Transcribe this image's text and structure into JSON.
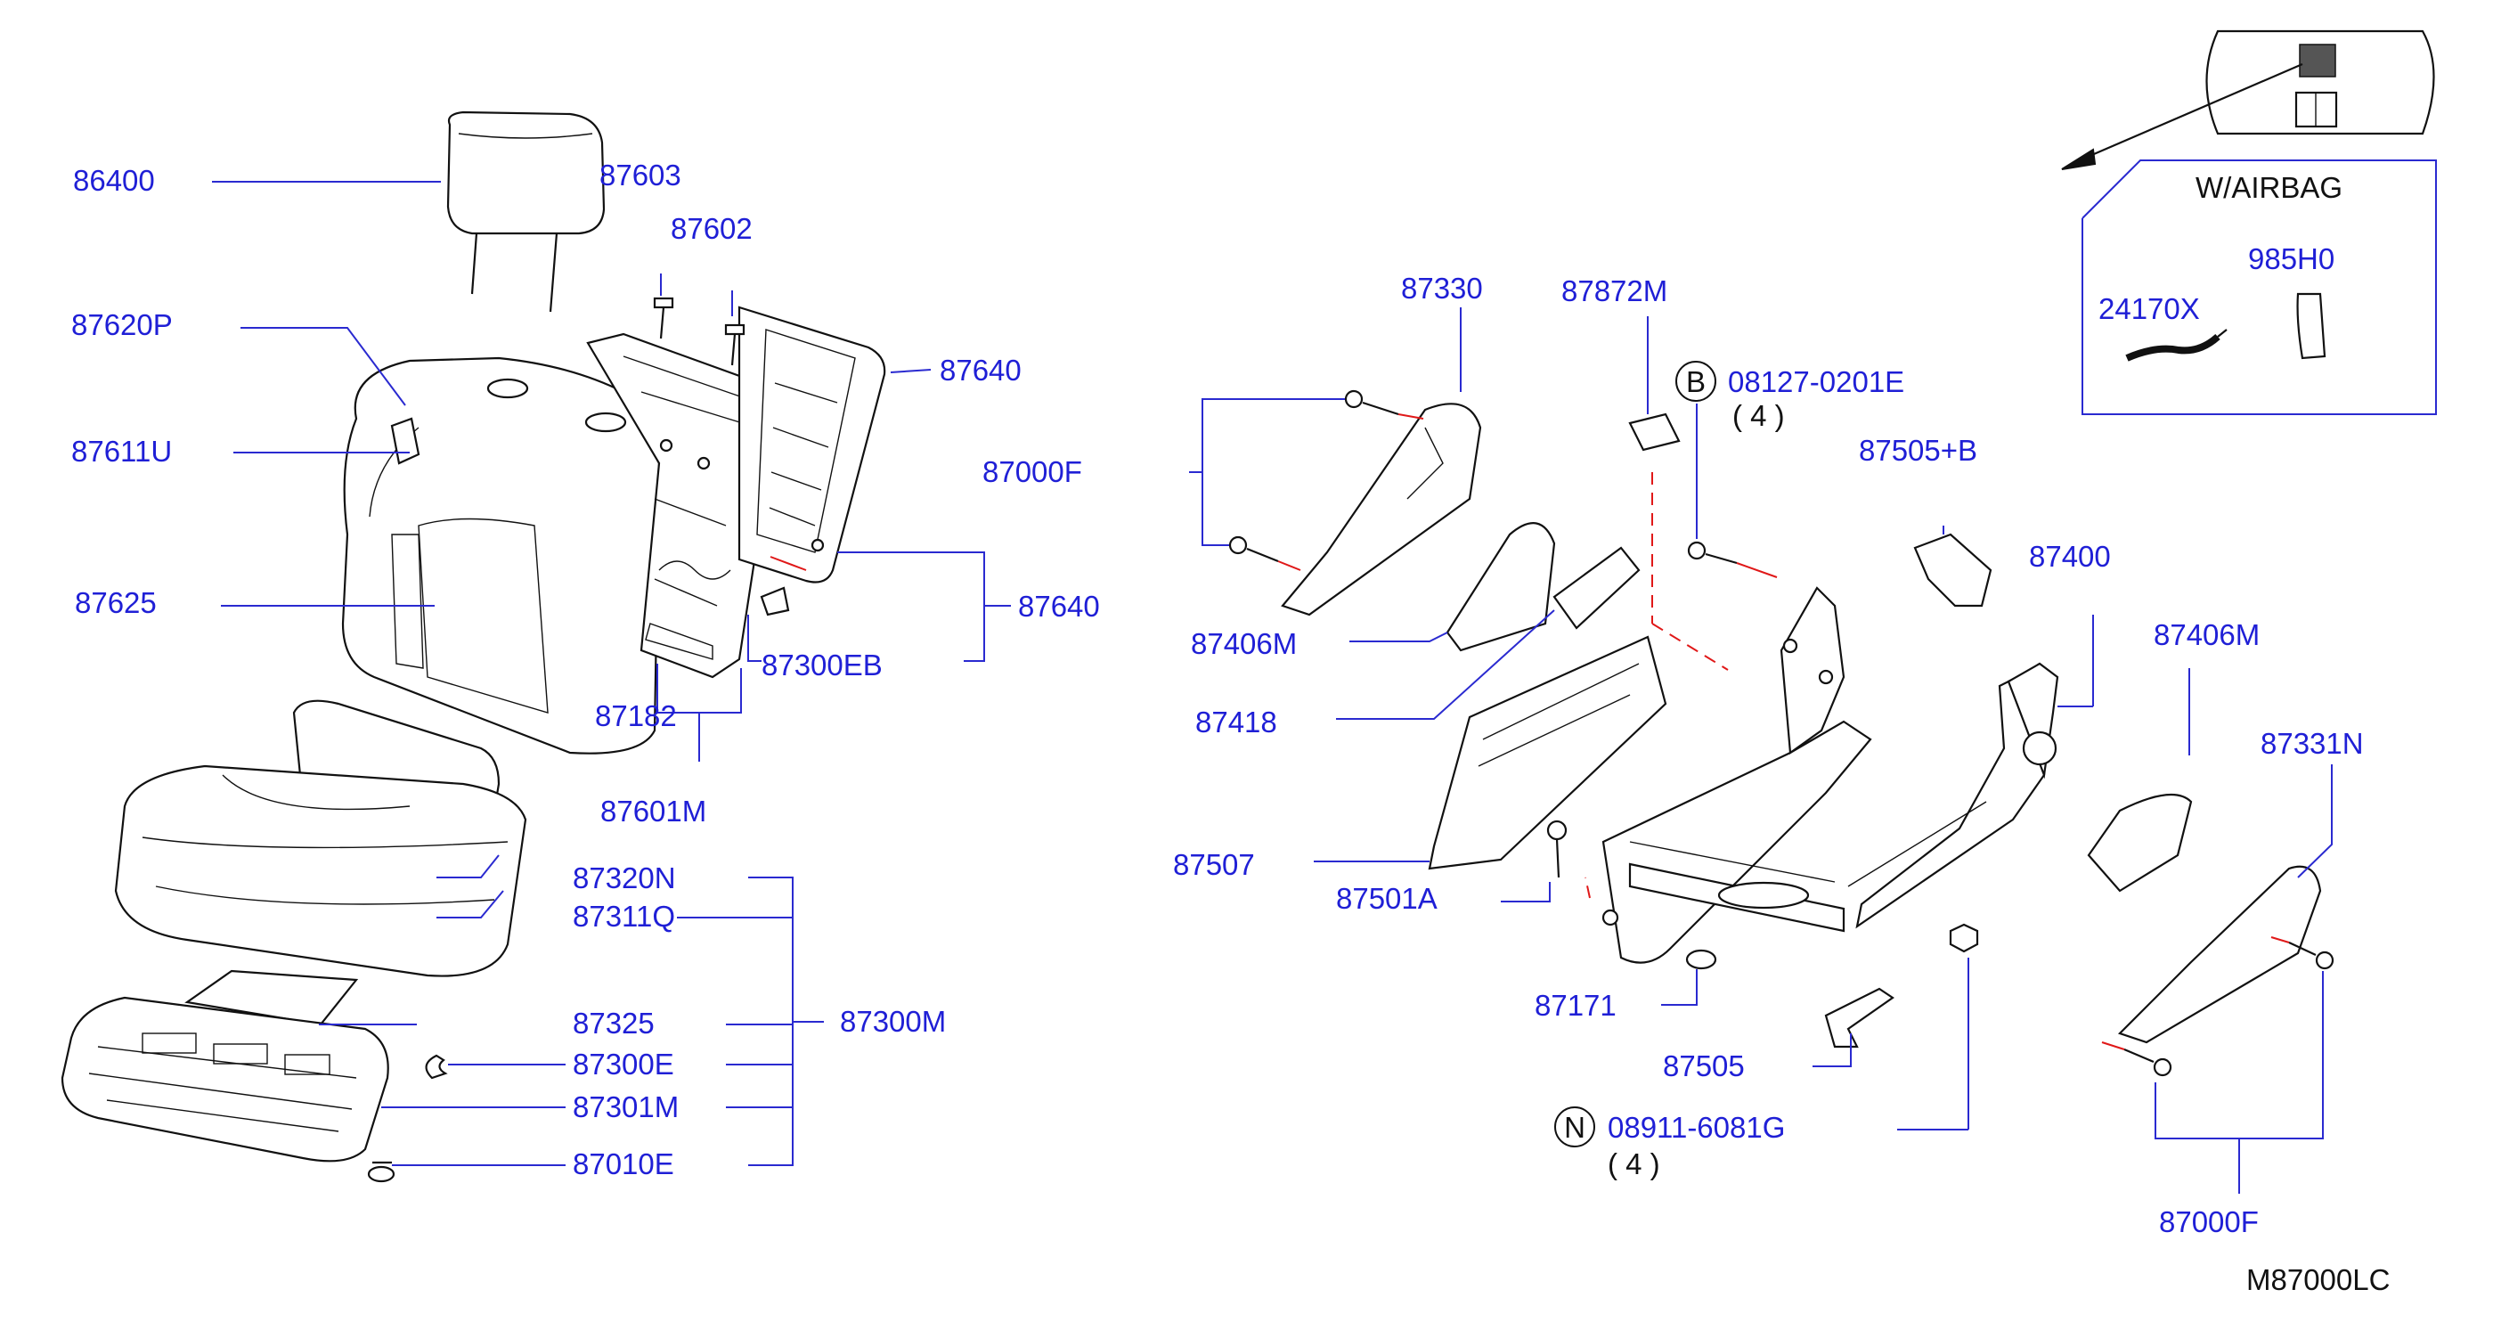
{
  "diagram": {
    "code": "M87000LC",
    "airbag_label": "W/AIRBAG",
    "parts": {
      "p86400": "86400",
      "p87603": "87603",
      "p87602": "87602",
      "p87620p": "87620P",
      "p87640a": "87640",
      "p87611u": "87611U",
      "p87625": "87625",
      "p87640b": "87640",
      "p87300eb": "87300EB",
      "p87182": "87182",
      "p87601m": "87601M",
      "p87320n": "87320N",
      "p87311q": "87311Q",
      "p87300m": "87300M",
      "p87325": "87325",
      "p87300e": "87300E",
      "p87301m": "87301M",
      "p87010e": "87010E",
      "p87330": "87330",
      "p87872m": "87872M",
      "p87000f_a": "87000F",
      "p87406m_a": "87406M",
      "p87418": "87418",
      "p87507": "87507",
      "p87501a": "87501A",
      "p87171": "87171",
      "p87505": "87505",
      "p87505b": "87505+B",
      "p87400": "87400",
      "p87406m_b": "87406M",
      "p87331n": "87331N",
      "p87000f_b": "87000F",
      "p24170x": "24170X",
      "p985h0": "985H0"
    },
    "fasteners": {
      "b": {
        "circle": "B",
        "code": "08127-0201E",
        "qty": "( 4 )"
      },
      "n": {
        "circle": "N",
        "code": "08911-6081G",
        "qty": "( 4 )"
      }
    }
  }
}
